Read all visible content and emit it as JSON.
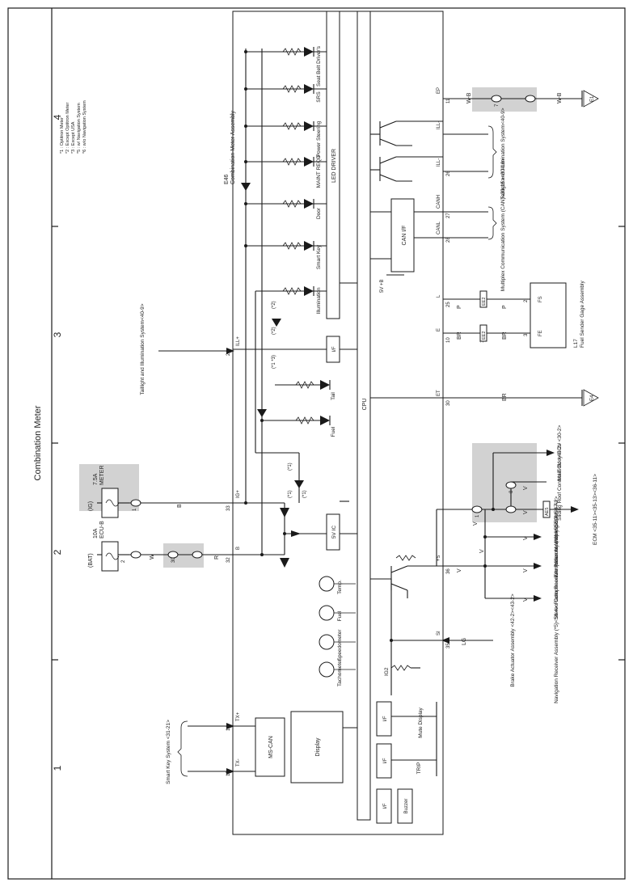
{
  "title": "Combination Meter",
  "grid_numbers": [
    "1",
    "2",
    "3",
    "4"
  ],
  "notes": [
    "*1 : Optitron Meter",
    "*2 : Except Optitron Meter",
    "*3 : Except USA",
    "*5 : w/ Navigation System",
    "*6 : w/o Navigation System"
  ],
  "meter": {
    "code": "E46",
    "name": "Combination Meter Assembly"
  },
  "fuses": {
    "ig": {
      "source": "(IG)",
      "amp": "7.5A",
      "name": "METER"
    },
    "bat": {
      "source": "(BAT)",
      "amp": "10A",
      "name": "ECU-B"
    }
  },
  "wire_colors": {
    "B": "B",
    "W": "W",
    "R": "R",
    "WB": "W-B",
    "P": "P",
    "BR": "BR",
    "V": "V",
    "LG": "LG"
  },
  "pins": {
    "ig_plus": "IG+",
    "b": "B",
    "ill_plus": "ILL+",
    "tx_plus": "TX+",
    "tx_minus": "TX-",
    "ep": "EP",
    "ill_minus": "ILL-",
    "canh": "CANH",
    "canl": "CANL",
    "l": "L",
    "e": "E",
    "et": "ET",
    "s_plus": "+S",
    "si": "SI"
  },
  "pin_numbers": [
    "33",
    "32",
    "24",
    "14",
    "15",
    "11",
    "25",
    "26",
    "27",
    "28",
    "10",
    "30",
    "36",
    "35"
  ],
  "connector_numbers": [
    "1",
    "2",
    "30",
    "7",
    "13",
    "12",
    "2",
    "3",
    "1",
    "8",
    "9"
  ],
  "internal": {
    "led_driver": "LED DRIVER",
    "can_if": "CAN I/F",
    "cpu": "CPU",
    "five_v_ic": "5V IC",
    "five_v_b": "5V +B",
    "ms_can": "MS-CAN",
    "display": "Display",
    "if": "I/F",
    "buzzer": "Buzzer",
    "ig2": "IG2",
    "trip": "TRIP",
    "mute_display": "Mute Display"
  },
  "indicators": [
    "Seat Belt Driver's",
    "SRS",
    "Power Steering",
    "MAINT REQD",
    "Door",
    "Smart Key",
    "Illumination",
    "Tail",
    "Fuel"
  ],
  "gauges": [
    "Temp.",
    "Fuel",
    "Speedometer",
    "Tachometer"
  ],
  "markers": [
    "(*2)",
    "(*2)",
    "(*1 *3)",
    "(*1)",
    "(*1)",
    "(*1)"
  ],
  "external": {
    "taillight_ill": "Taillight and Illumination System<40-9>",
    "smart_key": "Smart Key System <31-21>",
    "taillight_ill2": "Taillight and Illumination System<40-9>",
    "multiplex": "Multiplex Communication System (CAN)<30-15><30-16>",
    "fuel_sender": {
      "code": "L17",
      "name": "Fuel Sender Gage Assembly",
      "pins": [
        "FS",
        "FE"
      ]
    },
    "main_body": "Main Body ECU <30-2>",
    "sliding_roof": "Sliding Roof Control ECU <48-2>",
    "ecm": "ECM <35-11><35-13><36-11>",
    "tire_pressure": "Tire Pressure Warning ECU<47-2>",
    "stereo": "Stereo Component Amplifier Assembly<55-4>",
    "navigation": "Navigation Receiver Assembly (*5)<56-4> Radio Receiver Assembly (*6) <55-2><56-4>",
    "brake": "Brake Actuator Assembly <42-2><43-2>",
    "ground_e1": "E1",
    "ground_e4": "E4",
    "ae": "AE5",
    "ee": "EE2"
  }
}
